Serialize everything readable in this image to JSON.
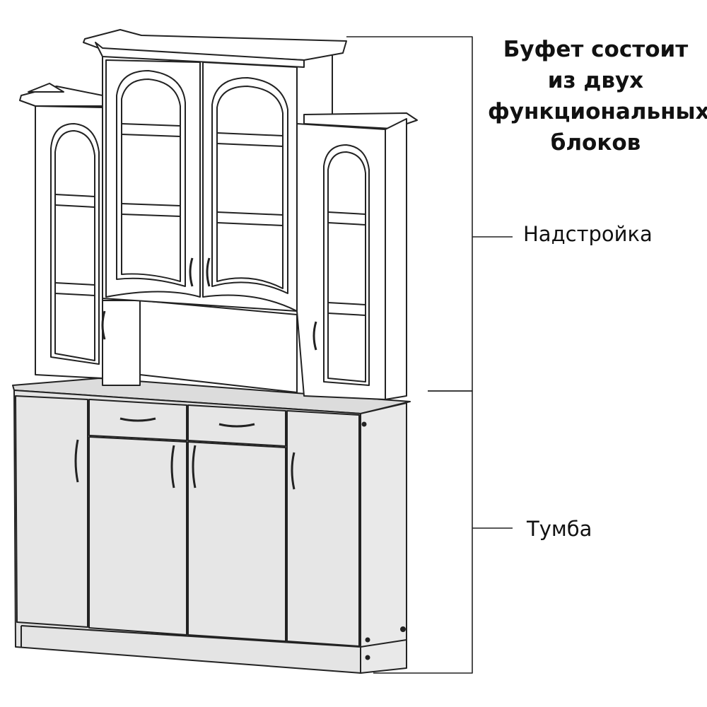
{
  "heading": {
    "lines": [
      "Буфет состоит",
      "из двух",
      "функциональных",
      "блоков"
    ]
  },
  "labels": {
    "top_block": "Надстройка",
    "bottom_block": "Тумба"
  },
  "colors": {
    "cabinet_fill": "#e4e4e4",
    "hutch_fill": "#ffffff",
    "line": "#222222"
  }
}
